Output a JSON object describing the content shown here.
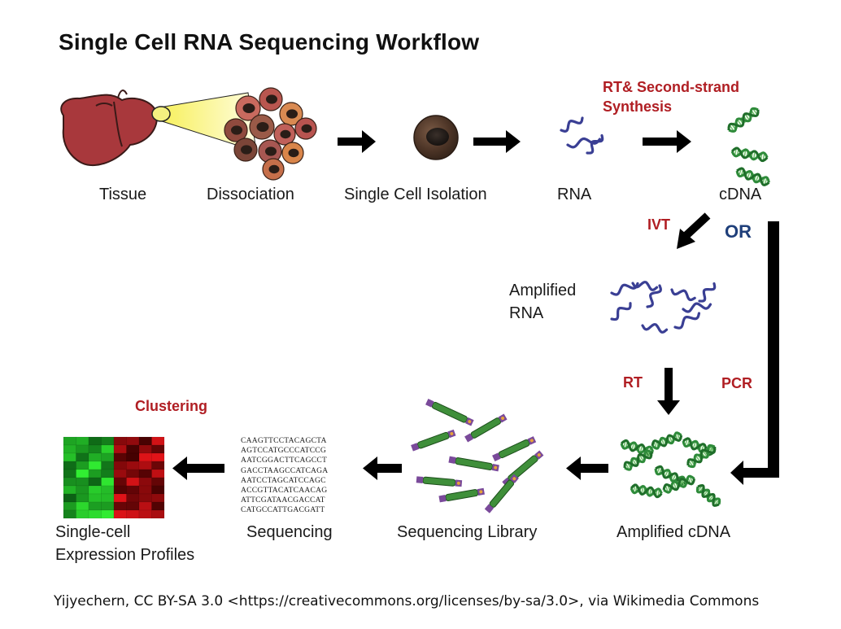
{
  "title": "Single Cell RNA Sequencing Workflow",
  "steps": {
    "tissue": "Tissue",
    "dissociation": "Dissociation",
    "single_cell_isolation": "Single Cell Isolation",
    "rna": "RNA",
    "cdna": "cDNA",
    "amplified_rna_1": "Amplified",
    "amplified_rna_2": "RNA",
    "amplified_cdna": "Amplified cDNA",
    "sequencing_library": "Sequencing Library",
    "sequencing": "Sequencing",
    "profiles_1": "Single-cell",
    "profiles_2": "Expression Profiles"
  },
  "processes": {
    "rt_second_strand_1": "RT& Second-strand",
    "rt_second_strand_2": "Synthesis",
    "ivt": "IVT",
    "or": "OR",
    "rt": "RT",
    "pcr": "PCR",
    "clustering": "Clustering"
  },
  "sequence_lines": [
    "CAAGTTCCTACAGCTA",
    "AGTCCATGCCCATCCG",
    "AATCGGACTTCAGCCT",
    "GACCTAAGCCATCAGA",
    "AATCCTAGCATCCAGC",
    "ACCGTTACATCAACAG",
    "ATTCGATAACGACCAT",
    "CATGCCATTGACGATT"
  ],
  "credit": "Yijyechern, CC BY-SA 3.0 <https://creativecommons.org/licenses/by-sa/3.0>,  via Wikimedia  Commons",
  "colors": {
    "liver": "#a8383c",
    "cell_body": "#c26a55",
    "rna_strand": "#3a3f94",
    "dna_strand": "#2e8b3a",
    "process_label": "#b01e23",
    "or_label": "#1f3f7a",
    "heatmap_green": "#1fa83a",
    "heatmap_red": "#a3121a"
  }
}
